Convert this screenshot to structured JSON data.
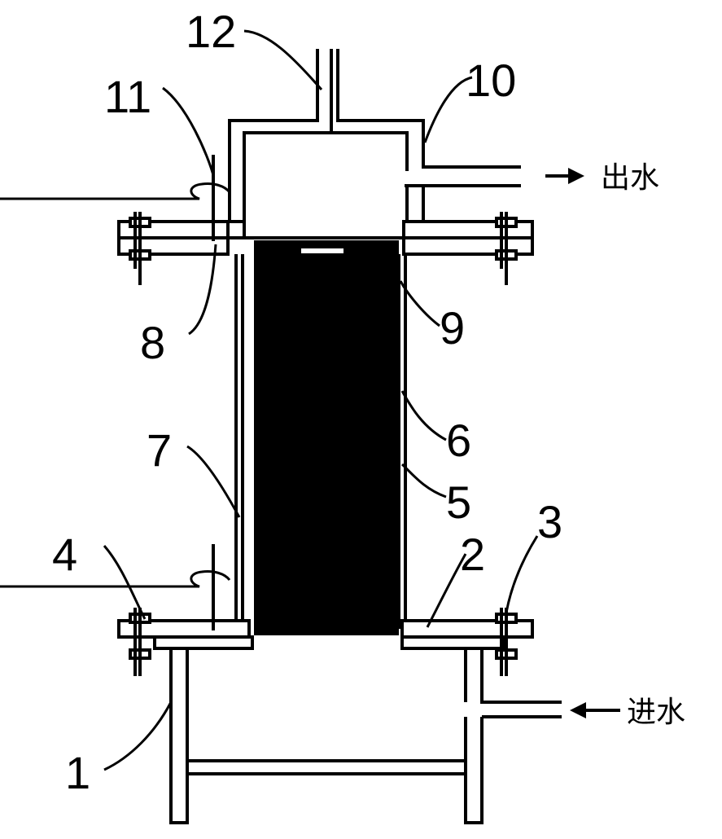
{
  "colors": {
    "line": "#000000",
    "fill": "#ffffff",
    "packing": "#000000"
  },
  "labels": {
    "n1": "1",
    "n2": "2",
    "n3": "3",
    "n4": "4",
    "n5": "5",
    "n6": "6",
    "n7": "7",
    "n8": "8",
    "n9": "9",
    "n10": "10",
    "n11": "11",
    "n12": "12"
  },
  "flow": {
    "outlet": "出水",
    "inlet": "进水"
  }
}
